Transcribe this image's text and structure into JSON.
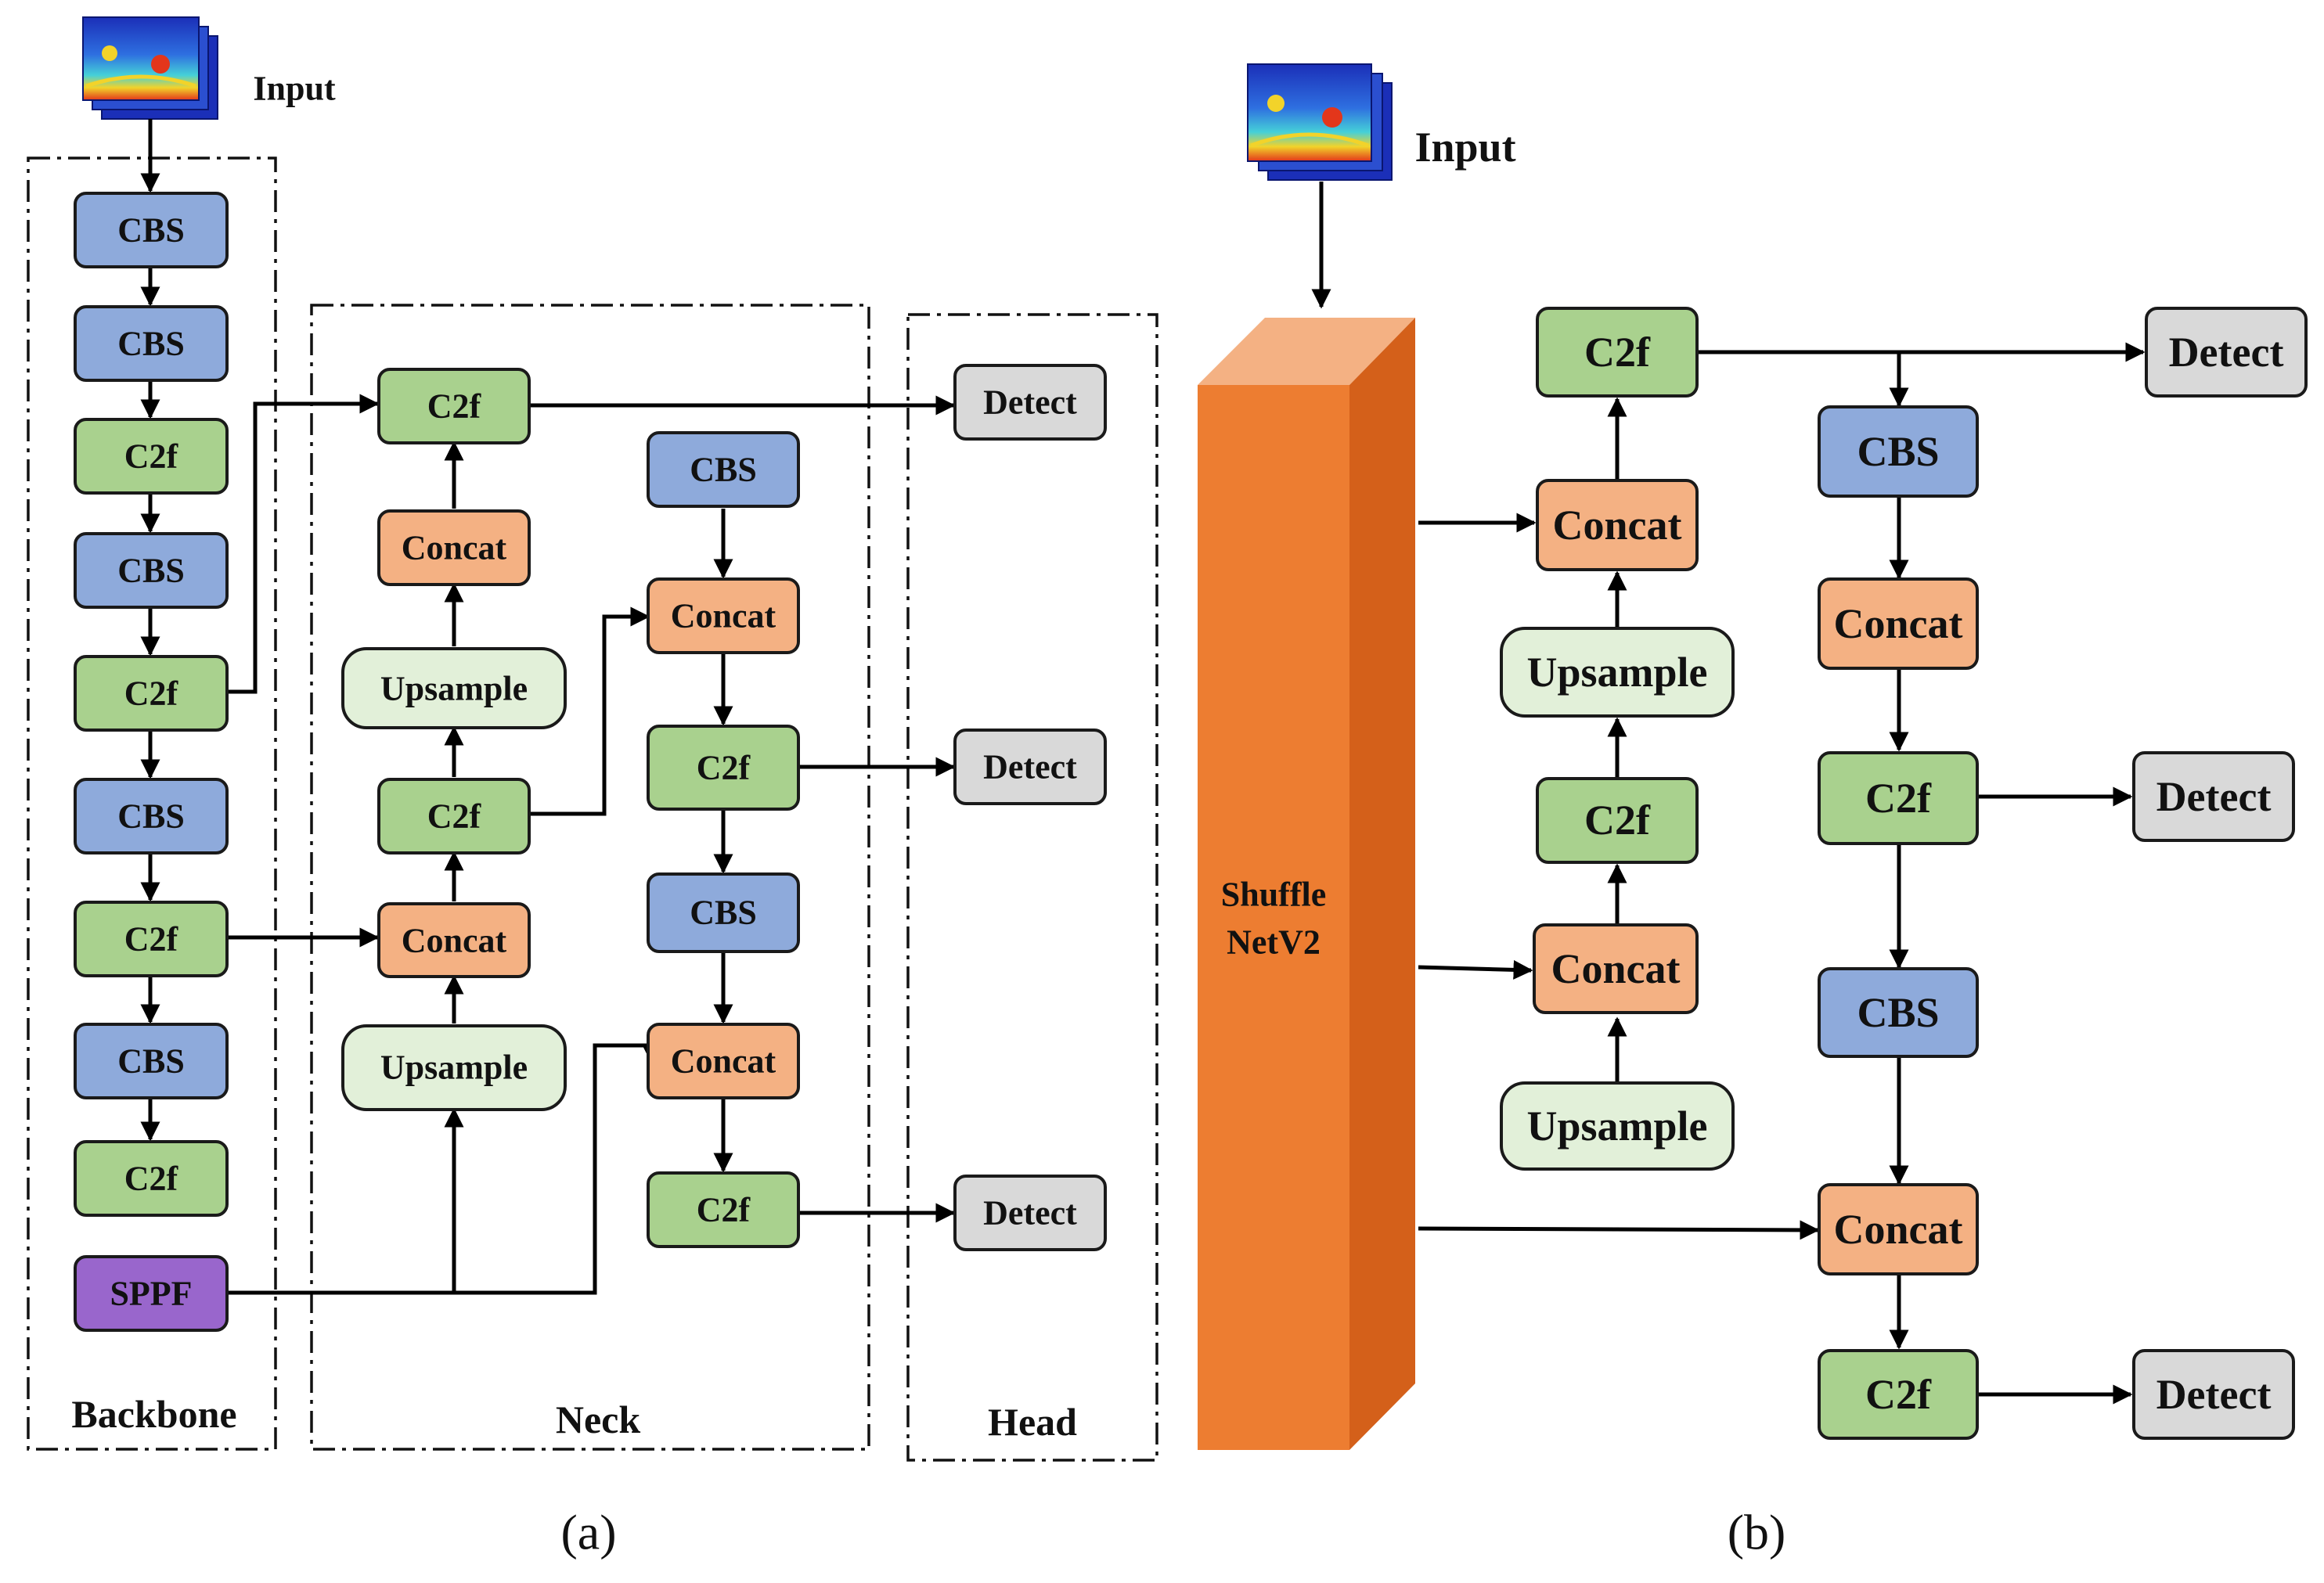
{
  "labels": {
    "input": "Input",
    "cbs": "CBS",
    "c2f": "C2f",
    "concat": "Concat",
    "upsample": "Upsample",
    "detect": "Detect",
    "sppf": "SPPF",
    "shufflenet_line1": "Shuffle",
    "shufflenet_line2": "NetV2"
  },
  "groups": {
    "backbone": "Backbone",
    "neck": "Neck",
    "head": "Head"
  },
  "captions": {
    "a": "(a)",
    "b": "(b)"
  },
  "colors": {
    "cbs": "#8eaadb",
    "c2f": "#a9d18e",
    "concat": "#f4b183",
    "upsample": "#e2f0d9",
    "detect": "#d9d9d9",
    "sppf": "#9966cc",
    "shufflenet_front": "#ed7d31",
    "shufflenet_side": "#d4601a",
    "shufflenet_top": "#f4b183"
  },
  "icons": [
    "thermal-image-stack-icon"
  ]
}
